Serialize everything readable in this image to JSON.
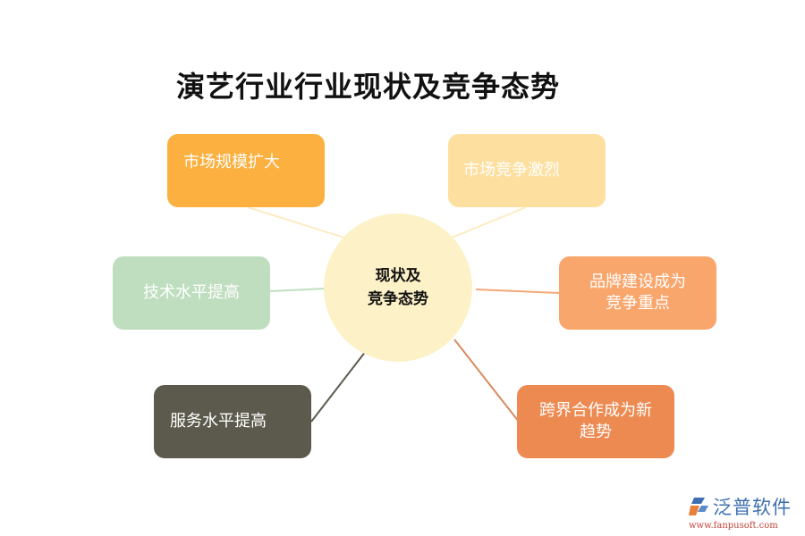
{
  "title": "演艺行业行业现状及竞争态势",
  "center": {
    "line1": "现状及",
    "line2": "竞争态势",
    "color": "#FDF1C7"
  },
  "nodes": [
    {
      "id": "market-scale",
      "lines": [
        "市场规模扩大"
      ],
      "color": "#FBB040",
      "connector_color": "#FDEBC4"
    },
    {
      "id": "market-competition",
      "lines": [
        "市场竞争激烈"
      ],
      "color": "#FDE0A0",
      "connector_color": "#FDEBC4"
    },
    {
      "id": "tech-level",
      "lines": [
        "技术水平提高"
      ],
      "color": "#BFDEBF",
      "connector_color": "#BFDEBF"
    },
    {
      "id": "brand-building",
      "lines": [
        "品牌建设成为",
        "竞争重点"
      ],
      "color": "#F9A66C",
      "connector_color": "#F3A877"
    },
    {
      "id": "service-level",
      "lines": [
        "服务水平提高"
      ],
      "color": "#5C5A4C",
      "connector_color": "#5C5A4C"
    },
    {
      "id": "cross-border",
      "lines": [
        "跨界合作成为新",
        "趋势"
      ],
      "color": "#EC8A52",
      "connector_color": "#D98A5E"
    }
  ],
  "logo": {
    "name": "泛普软件",
    "url": "www.fanpusoft.com"
  }
}
